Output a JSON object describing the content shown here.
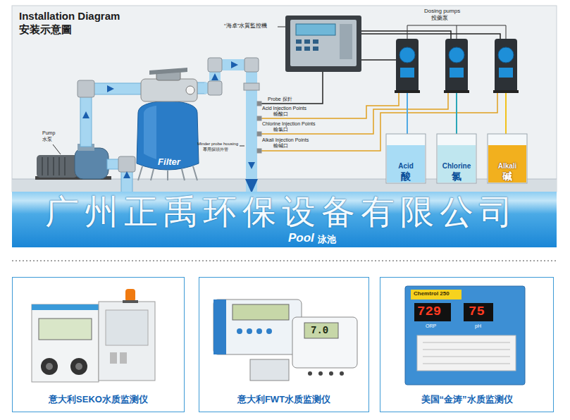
{
  "diagram": {
    "title": "Installation Diagram",
    "nodes": [
      {
        "text": [
          "Filter"
        ]
      },
      {
        "text": [
          "Acid",
          "酸"
        ]
      },
      {
        "text": [
          "Chlorine",
          "氯"
        ]
      },
      {
        "text": [
          "Alkali",
          "碱"
        ]
      },
      {
        "text": [
          "Pool",
          "泳池"
        ]
      },
      {
        "text": [
          "意大利SEKO水质监测仪"
        ]
      },
      {
        "text": [
          "意大利FWT水质监测仪"
        ]
      },
      {
        "text": [
          "美国“金涛”水质监测仪"
        ]
      }
    ],
    "edges": [
      {
        "from": 0,
        "to": 4,
        "arrow": "to"
      }
    ],
    "labels": [
      "安装示意圖",
      "“海卓”水質監控機",
      "Dosing pumps",
      "投藥泵",
      "Probe 探針",
      "Acid Injection Points",
      "輸酸口",
      "Chlorine Injection Points",
      "輸氯口",
      "Alkali Injection Points",
      "輸碱口",
      "Minder probe housing",
      "專用探頭外管",
      "Pump",
      "水泵",
      "广州正禹环保设备有限公司",
      "7.0",
      "729",
      "75",
      "ORP",
      "pH",
      "Chemtrol 250"
    ]
  }
}
